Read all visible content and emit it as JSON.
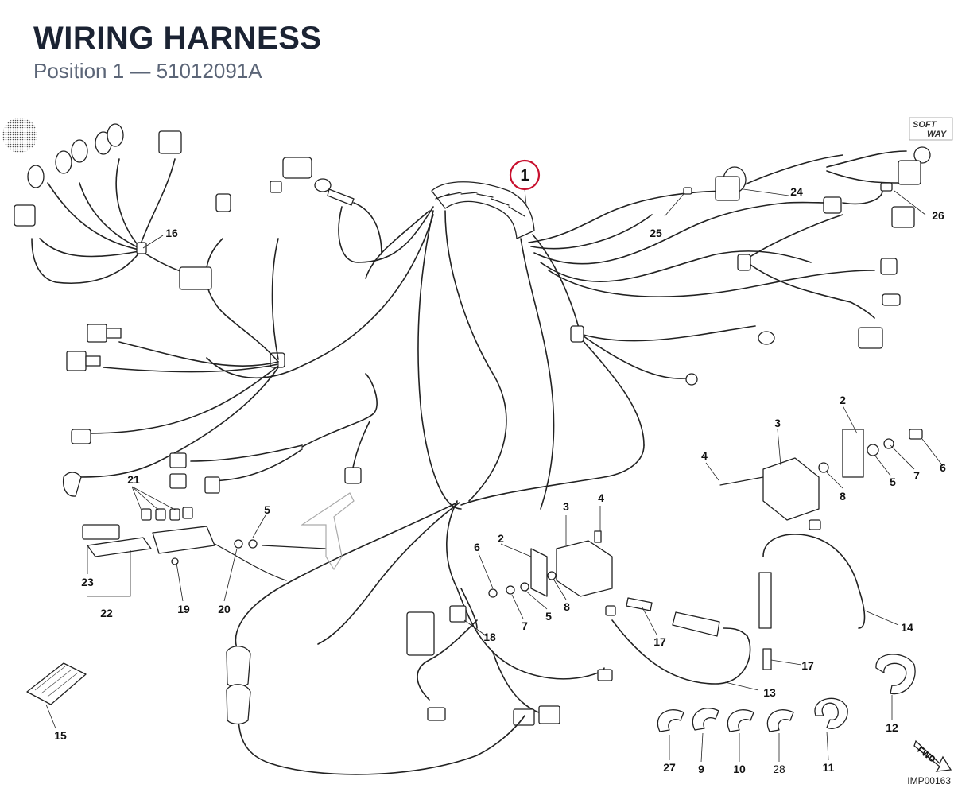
{
  "header": {
    "title": "WIRING HARNESS",
    "subtitle": "Position 1 — 51012091A"
  },
  "diagram": {
    "main_callout": "1",
    "main_callout_color": "#c8102e",
    "callouts": [
      "2",
      "2",
      "3",
      "3",
      "4",
      "4",
      "5",
      "5",
      "5",
      "6",
      "6",
      "7",
      "7",
      "8",
      "8",
      "9",
      "10",
      "11",
      "12",
      "13",
      "14",
      "15",
      "16",
      "17",
      "17",
      "18",
      "19",
      "20",
      "21",
      "22",
      "23",
      "24",
      "25",
      "26",
      "27",
      "28"
    ],
    "image_code": "IMP00163",
    "logo_text_top": "SOFT",
    "logo_text_bottom": "WAY",
    "fwd_label": "FWD",
    "icons": [
      "halftone-circle-icon",
      "softway-logo-icon",
      "fwd-arrow-icon"
    ]
  }
}
